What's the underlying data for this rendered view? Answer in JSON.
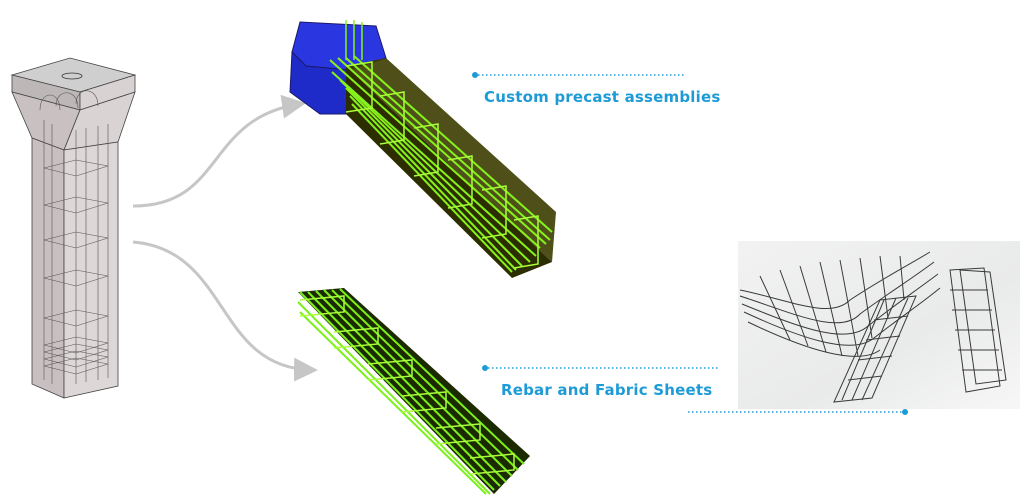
{
  "labels": {
    "custom_precast": "Custom precast assemblies",
    "rebar_fabric": "Rebar and Fabric Sheets"
  },
  "icons": [
    "column-model-icon",
    "precast-assembly-icon",
    "rebar-cage-icon",
    "fabric-sheets-photo"
  ],
  "colors": {
    "label_blue": "#1e9bd7",
    "dotted_line": "#1e9bd7",
    "arrow_gray": "#c6c6c6",
    "rebar_green": "#7cf01a",
    "precast_blue": "#1f2fd6",
    "concrete_gray": "#cfc8c8"
  }
}
